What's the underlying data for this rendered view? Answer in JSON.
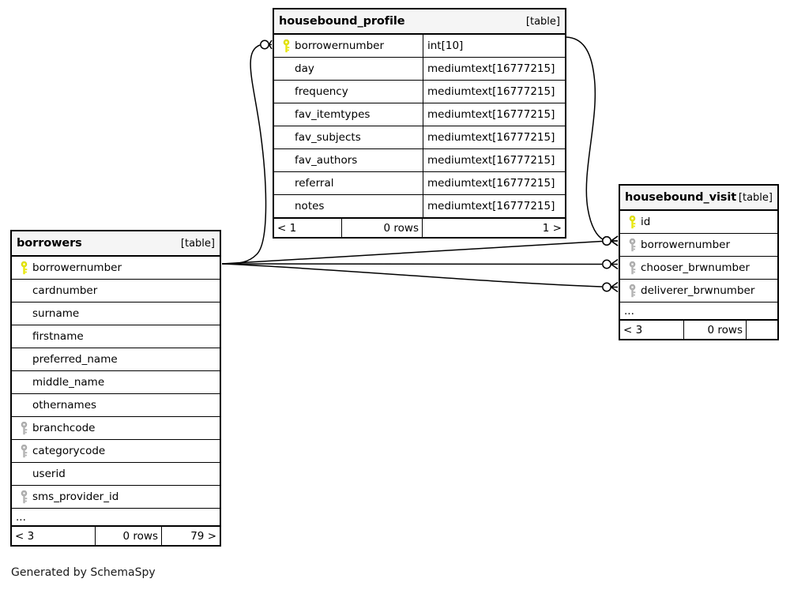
{
  "diagram": {
    "generator_note": "Generated by SchemaSpy",
    "table_tag": "[table]",
    "ellipsis": "...",
    "colors": {
      "primary_key": "#e8e80d",
      "foreign_key": "#b3b3b3",
      "header_background": "#f5f5f5",
      "border": "#000000",
      "background": "#ffffff"
    }
  },
  "tables": {
    "housebound_profile": {
      "title": "housebound_profile",
      "tag": "[table]",
      "columns": [
        {
          "name": "borrowernumber",
          "type": "int[10]",
          "key": "primary"
        },
        {
          "name": "day",
          "type": "mediumtext[16777215]",
          "key": "none"
        },
        {
          "name": "frequency",
          "type": "mediumtext[16777215]",
          "key": "none"
        },
        {
          "name": "fav_itemtypes",
          "type": "mediumtext[16777215]",
          "key": "none"
        },
        {
          "name": "fav_subjects",
          "type": "mediumtext[16777215]",
          "key": "none"
        },
        {
          "name": "fav_authors",
          "type": "mediumtext[16777215]",
          "key": "none"
        },
        {
          "name": "referral",
          "type": "mediumtext[16777215]",
          "key": "none"
        },
        {
          "name": "notes",
          "type": "mediumtext[16777215]",
          "key": "none"
        }
      ],
      "footer": {
        "parents": "< 1",
        "rows": "0 rows",
        "children": "1 >"
      }
    },
    "borrowers": {
      "title": "borrowers",
      "tag": "[table]",
      "columns": [
        {
          "name": "borrowernumber",
          "key": "primary"
        },
        {
          "name": "cardnumber",
          "key": "none"
        },
        {
          "name": "surname",
          "key": "none"
        },
        {
          "name": "firstname",
          "key": "none"
        },
        {
          "name": "preferred_name",
          "key": "none"
        },
        {
          "name": "middle_name",
          "key": "none"
        },
        {
          "name": "othernames",
          "key": "none"
        },
        {
          "name": "branchcode",
          "key": "foreign"
        },
        {
          "name": "categorycode",
          "key": "foreign"
        },
        {
          "name": "userid",
          "key": "none"
        },
        {
          "name": "sms_provider_id",
          "key": "foreign"
        }
      ],
      "has_more": true,
      "footer": {
        "parents": "< 3",
        "rows": "0 rows",
        "children": "79 >"
      }
    },
    "housebound_visit": {
      "title": "housebound_visit",
      "tag": "[table]",
      "columns": [
        {
          "name": "id",
          "key": "primary"
        },
        {
          "name": "borrowernumber",
          "key": "foreign"
        },
        {
          "name": "chooser_brwnumber",
          "key": "foreign"
        },
        {
          "name": "deliverer_brwnumber",
          "key": "foreign"
        }
      ],
      "has_more": true,
      "footer": {
        "parents": "< 3",
        "rows": "0 rows",
        "children": ""
      }
    }
  },
  "relationships": [
    {
      "from": "borrowers.borrowernumber",
      "to": "housebound_profile.borrowernumber",
      "from_cardinality": "one",
      "to_cardinality": "zero-or-many"
    },
    {
      "from": "housebound_profile.borrowernumber",
      "to": "housebound_visit.borrowernumber",
      "from_cardinality": "one",
      "to_cardinality": "zero-or-many"
    },
    {
      "from": "borrowers.borrowernumber",
      "to": "housebound_visit.borrowernumber",
      "from_cardinality": "one",
      "to_cardinality": "zero-or-many"
    },
    {
      "from": "borrowers.borrowernumber",
      "to": "housebound_visit.chooser_brwnumber",
      "from_cardinality": "one",
      "to_cardinality": "zero-or-many"
    },
    {
      "from": "borrowers.borrowernumber",
      "to": "housebound_visit.deliverer_brwnumber",
      "from_cardinality": "one",
      "to_cardinality": "zero-or-many"
    }
  ]
}
